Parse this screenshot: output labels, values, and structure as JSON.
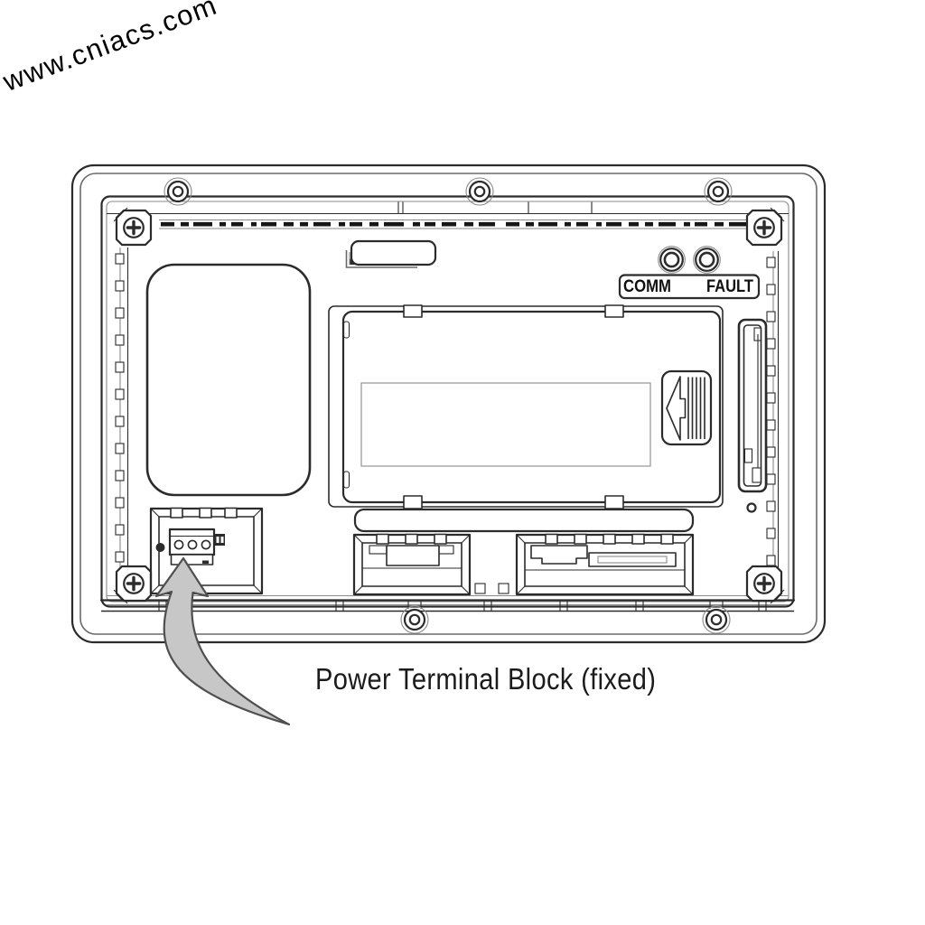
{
  "watermark": "www.cniacs.com",
  "caption": "Power Terminal Block (fixed)",
  "indicators": {
    "comm": "COMM",
    "fault": "FAULT"
  },
  "colors": {
    "line": "#2b2b2b",
    "line_light": "#8a8a8a",
    "arrow_fill": "#c7c7c7",
    "arrow_stroke": "#4f4f4f",
    "background": "#ffffff",
    "text": "#1a1a1a"
  },
  "icons": {
    "curved_arrow": "curved-arrow-icon",
    "phillips_screw": "phillips-screw-icon",
    "mounting_hole": "mounting-hole-icon",
    "led_indicator": "led-indicator-icon",
    "eject_arrow": "left-arrow-icon"
  }
}
